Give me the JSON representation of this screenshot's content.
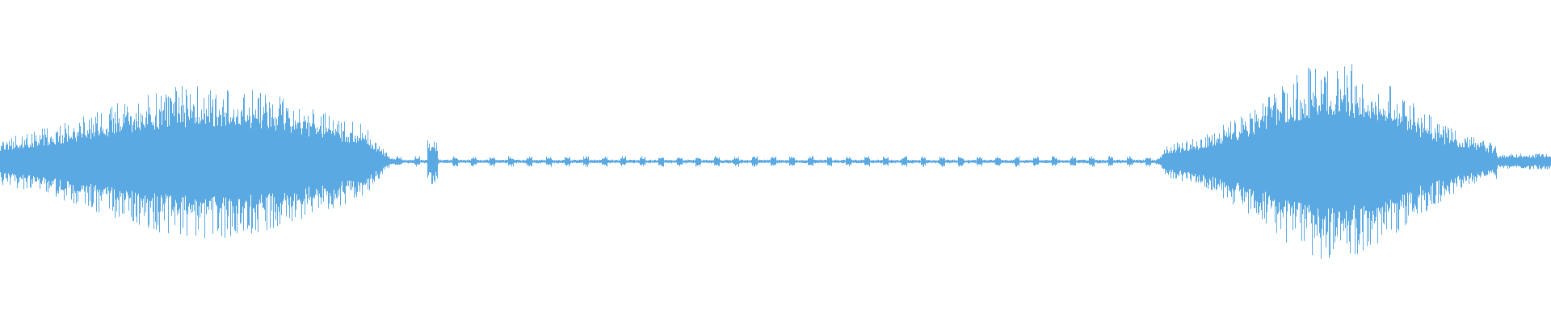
{
  "waveform": {
    "color": "#5aa9e2",
    "background": "#ffffff",
    "segments": [
      {
        "name": "loud-region-1",
        "start": 0.0,
        "end": 0.255,
        "peak_amplitude": 0.48,
        "character": "dense"
      },
      {
        "name": "quiet-region",
        "start": 0.255,
        "end": 0.745,
        "peak_amplitude": 0.03,
        "character": "sparse-bursts"
      },
      {
        "name": "loud-region-2",
        "start": 0.745,
        "end": 1.0,
        "peak_amplitude": 0.62,
        "character": "dense"
      }
    ]
  }
}
